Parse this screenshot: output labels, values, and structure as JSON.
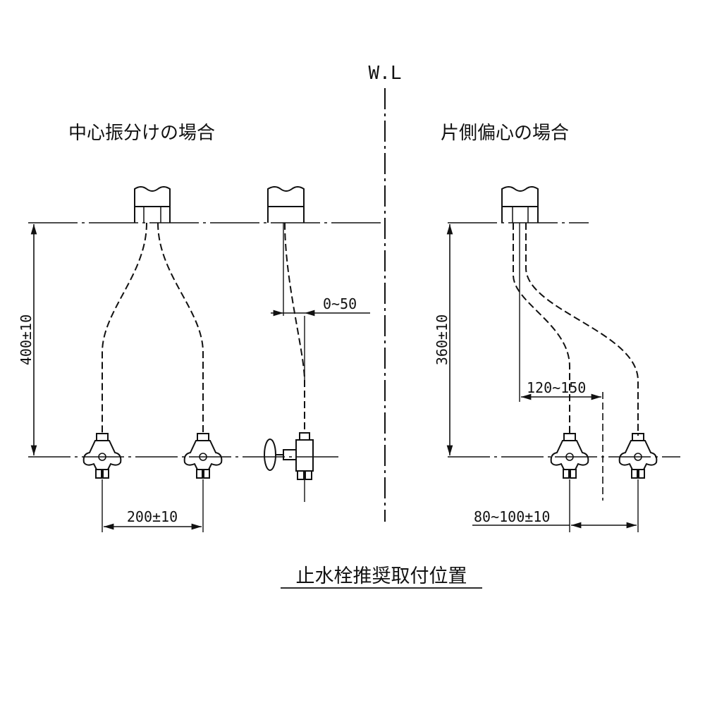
{
  "labels": {
    "water_line": "W.L",
    "left_section_title": "中心振分けの場合",
    "right_section_title": "片側偏心の場合",
    "caption": "止水栓推奨取付位置"
  },
  "dimensions": {
    "left_height": "400±10",
    "right_height": "360±10",
    "spacing_left": "200±10",
    "offset_side": "0~50",
    "offset_right": "120~150",
    "spacing_right": "80~100±10"
  },
  "colors": {
    "line": "#111111",
    "background": "#ffffff"
  }
}
